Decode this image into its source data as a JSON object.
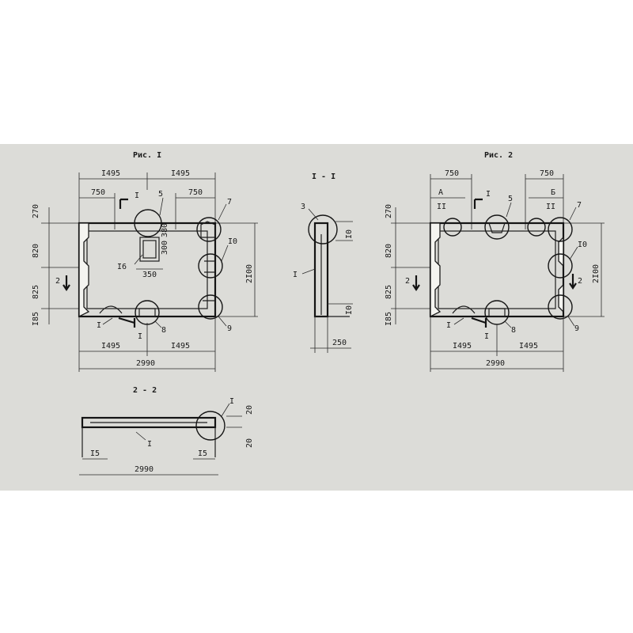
{
  "figure1": {
    "title": "Рис. I",
    "top_dims": [
      "I495",
      "I495"
    ],
    "sub_dims": [
      "750",
      "750"
    ],
    "side_dims": [
      "270",
      "820",
      "825",
      "I85"
    ],
    "right_dim": "2I00",
    "inner_dims": [
      "380",
      "300",
      "350"
    ],
    "bottom_dims": [
      "I495",
      "I495"
    ],
    "total_width": "2990",
    "callouts": [
      "5",
      "7",
      "I0",
      "I6",
      "8",
      "9"
    ],
    "section_marks": [
      "I",
      "I",
      "2"
    ],
    "part_label": "I"
  },
  "section11": {
    "title": "I - I",
    "callouts": [
      "3",
      "I"
    ],
    "dims": [
      "I0",
      "I0",
      "250"
    ]
  },
  "figure2": {
    "title": "Рис. 2",
    "top_dims": [
      "750",
      "750"
    ],
    "letters": [
      "A",
      "Б"
    ],
    "roman": [
      "II",
      "II"
    ],
    "side_dims": [
      "270",
      "820",
      "825",
      "I85"
    ],
    "right_dim": "2I00",
    "bottom_dims": [
      "I495",
      "I495"
    ],
    "total_width": "2990",
    "callouts": [
      "5",
      "7",
      "I0",
      "8",
      "9"
    ],
    "section_marks": [
      "I",
      "I",
      "2",
      "2"
    ],
    "part_label": "I"
  },
  "section22": {
    "title": "2 - 2",
    "callouts": [
      "I",
      "I"
    ],
    "dims": [
      "20",
      "20",
      "I5",
      "I5",
      "2990"
    ]
  }
}
